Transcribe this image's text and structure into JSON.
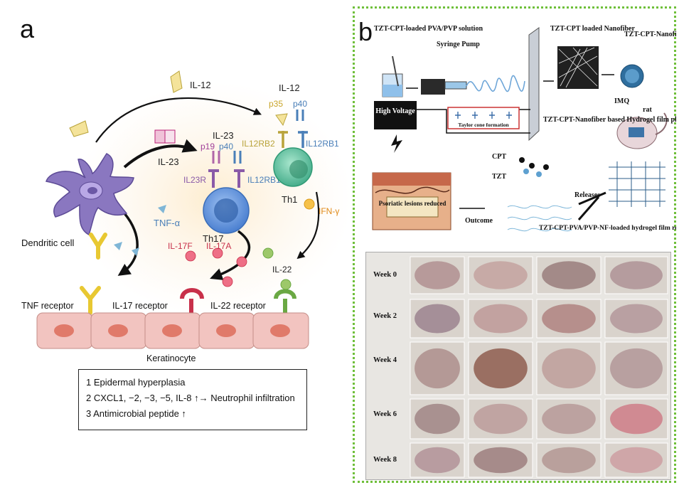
{
  "panel_a": {
    "letter": "a",
    "labels": {
      "il12_top": "IL-12",
      "il12": "IL-12",
      "p35": "p35",
      "p40_a": "p40",
      "il23_arrow": "IL-23",
      "il23": "IL-23",
      "p19": "p19",
      "p40_b": "p40",
      "il12rb2": "IL12RB2",
      "il12rb1_a": "IL12RB1",
      "il23r": "IL23R",
      "il12rb1_b": "IL12RB1",
      "th1": "Th1",
      "ifn": "IFN-γ",
      "tnf_alpha": "TNF-α",
      "th17": "Th17",
      "il17f": "IL-17F",
      "il17a": "IL-17A",
      "il22": "IL-22",
      "dendritic_cell": "Dendritic cell",
      "tnf_receptor": "TNF receptor",
      "il17_receptor": "IL-17 receptor",
      "il22_receptor": "IL-22 receptor",
      "keratinocyte": "Keratinocyte"
    },
    "outcomes": [
      "1 Epidermal hyperplasia",
      "2 CXCL1, −2, −3, −5, IL-8 ↑→ Neutrophil infiltration",
      "3 Antimicrobial peptide ↑"
    ]
  },
  "panel_b": {
    "letter": "b",
    "labels": {
      "solution": "TZT-CPT-loaded PVA/PVP solution",
      "syringe_pump": "Syringe Pump",
      "loaded_nanofiber": "TZT-CPT loaded Nanofiber",
      "film": "TZT-CPT-Nanofiber-Hydrogel film",
      "high_voltage": "High Voltage",
      "taylor_cone": "Taylor cone formation",
      "imq": "IMQ",
      "rat": "rat",
      "placed": "TZT-CPT-Nanofiber based Hydrogel film placed on back of rat skin",
      "cpt": "CPT",
      "tzt": "TZT",
      "psoriatic": "Psoriatic lesions reduced",
      "outcome": "Outcome",
      "releases": "Releases",
      "release_pattern": "TZT-CPT-PVA/PVP-NF-loaded hydrogel film release pattern"
    },
    "weeks": [
      "Week 0",
      "Week 2",
      "Week 4",
      "Week 6",
      "Week 8"
    ]
  },
  "colors": {
    "dendritic": "#8a77c0",
    "th17": "#5a8fd8",
    "th1": "#5bbf9f",
    "keratinocyte": "#f2c4c0",
    "il17": "#c8304a",
    "il22": "#6aa843",
    "tnf": "#e8c832",
    "frame_green": "#6fbf3a"
  }
}
